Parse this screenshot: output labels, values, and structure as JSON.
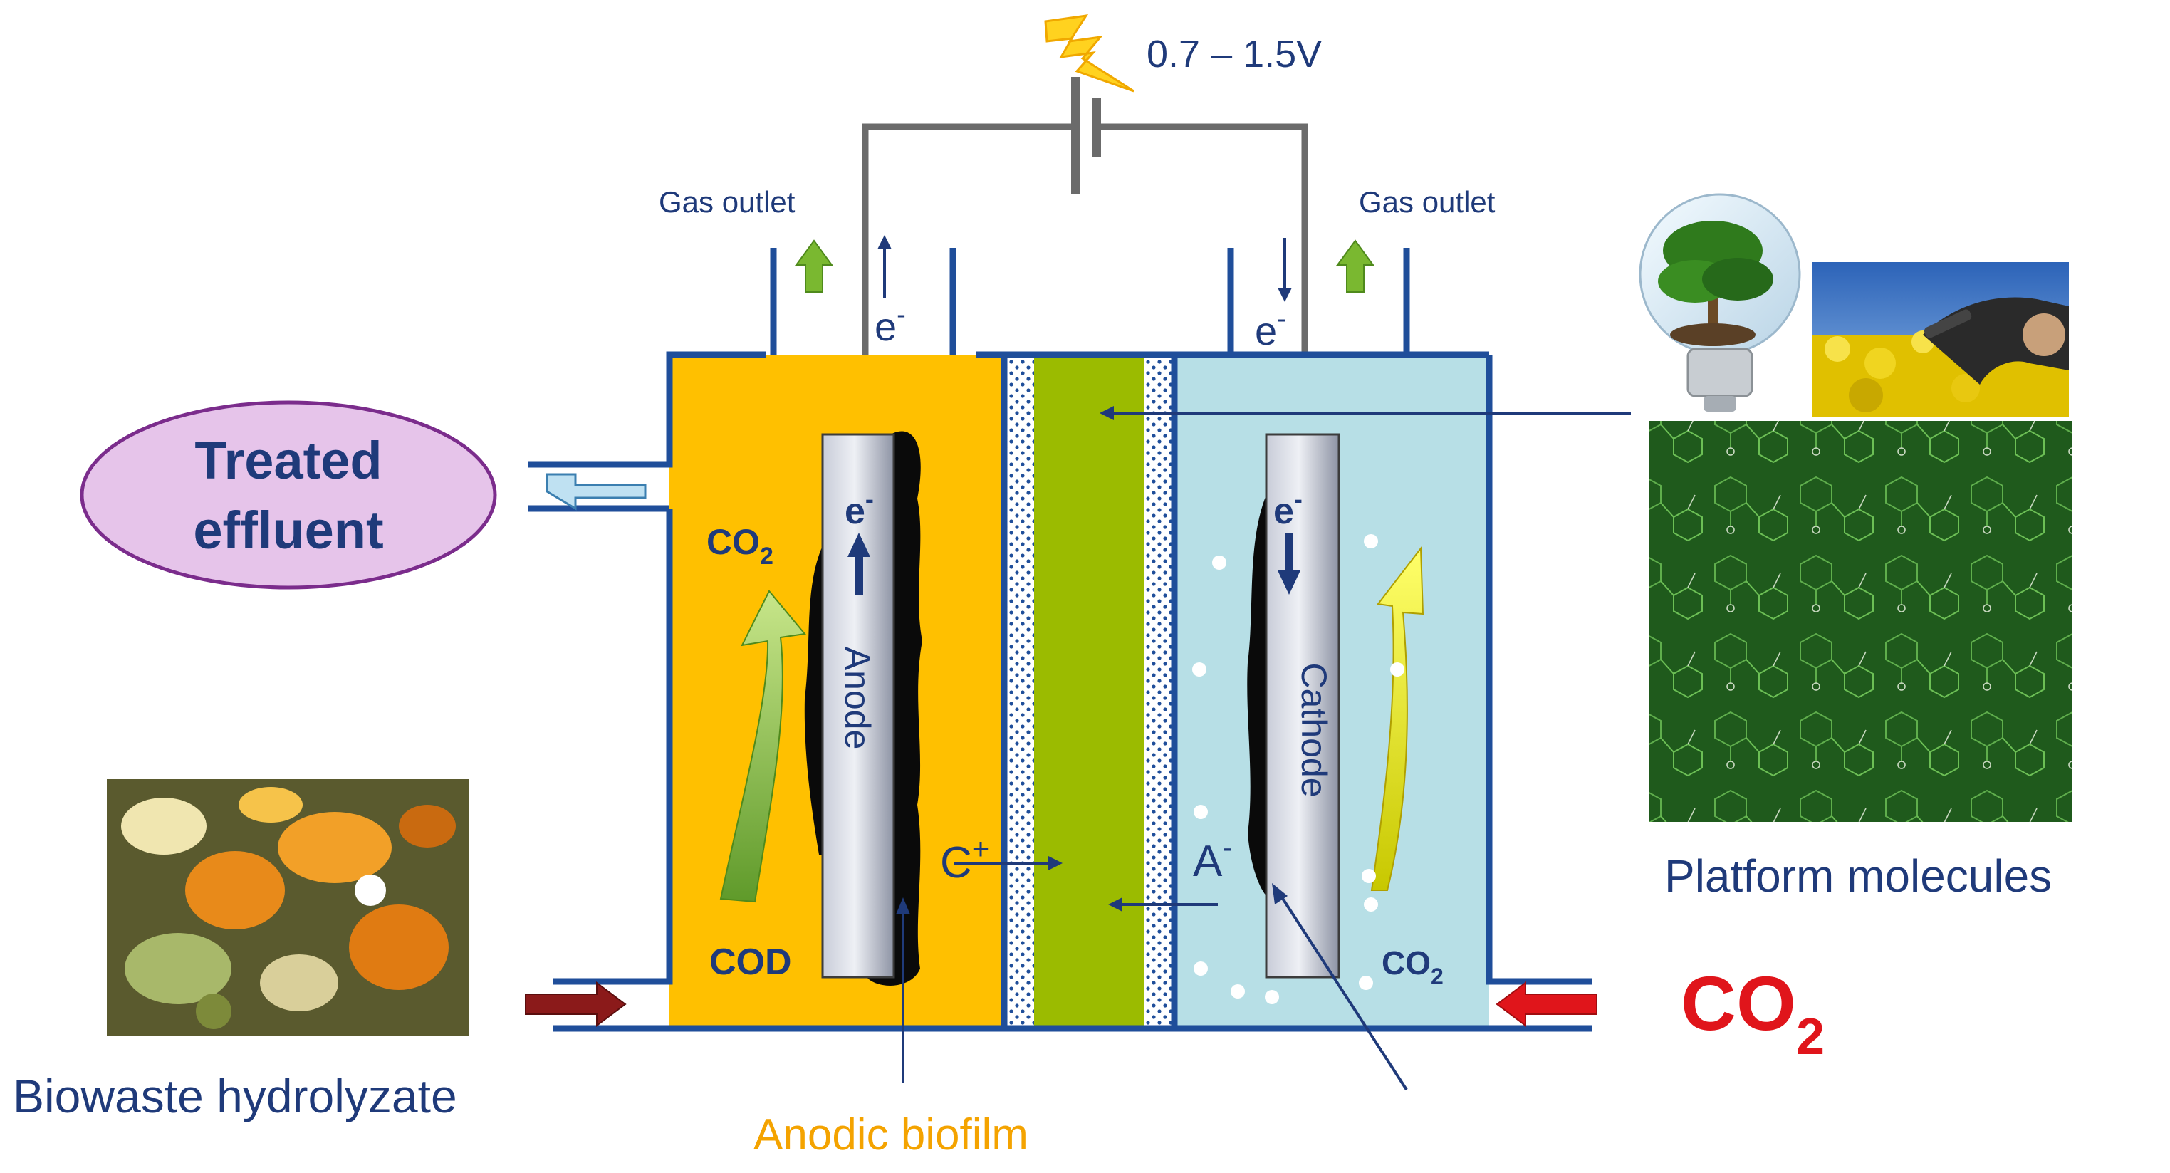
{
  "voltage_label": "0.7 – 1.5V",
  "gas_outlet_left": "Gas outlet",
  "gas_outlet_right": "Gas outlet",
  "electron_symbol": "e",
  "electron_charge": "-",
  "treated_effluent": {
    "line1": "Treated",
    "line2": "effluent"
  },
  "anode_label": "Anode",
  "cathode_label": "Cathode",
  "anode_chamber": {
    "co2_main": "CO",
    "co2_sub": "2",
    "cod": "COD"
  },
  "cathode_chamber": {
    "co2_main": "CO",
    "co2_sub": "2"
  },
  "cation": {
    "symbol": "C",
    "charge": "+"
  },
  "anion": {
    "symbol": "A",
    "charge": "-"
  },
  "anodic_biofilm": "Anodic  biofilm",
  "biowaste_hydrolyzate": "Biowaste hydrolyzate",
  "platform_molecules": "Platform molecules",
  "co2_input": {
    "main": "CO",
    "sub": "2"
  },
  "colors": {
    "frame_blue": "#1f4e9a",
    "anode_orange": "#ffc000",
    "cathode_cyan": "#b7dfe6",
    "membrane_green": "#9bbb00",
    "wire_gray": "#6b6b6b",
    "text_blue": "#1f3a7a",
    "biofilm_orange": "#f4a300",
    "co2_red": "#e0151b",
    "effluent_fill": "#e6c4ea",
    "effluent_stroke": "#7b2c8c"
  }
}
